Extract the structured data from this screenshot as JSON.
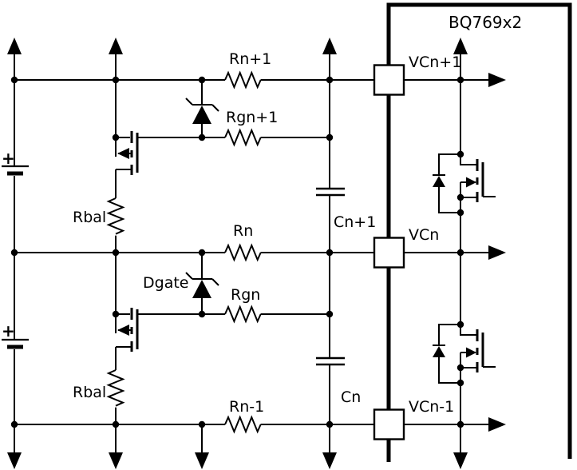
{
  "chip": {
    "title": "BQ769x2"
  },
  "pins": {
    "top": "VCn+1",
    "middle": "VCn",
    "bottom": "VCn-1"
  },
  "resistors": {
    "filter_top": "Rn+1",
    "gate_top": "Rgn+1",
    "filter_mid": "Rn",
    "gate_mid": "Rgn",
    "filter_bot": "Rn-1",
    "balance_top": "Rbal",
    "balance_bot": "Rbal"
  },
  "capacitors": {
    "top": "Cn+1",
    "bottom": "Cn"
  },
  "diodes": {
    "gate_zener": "Dgate"
  },
  "batteries": {
    "top_plus": "+",
    "bottom_plus": "+"
  },
  "colors": {
    "ink": "#000000",
    "background": "#ffffff"
  }
}
